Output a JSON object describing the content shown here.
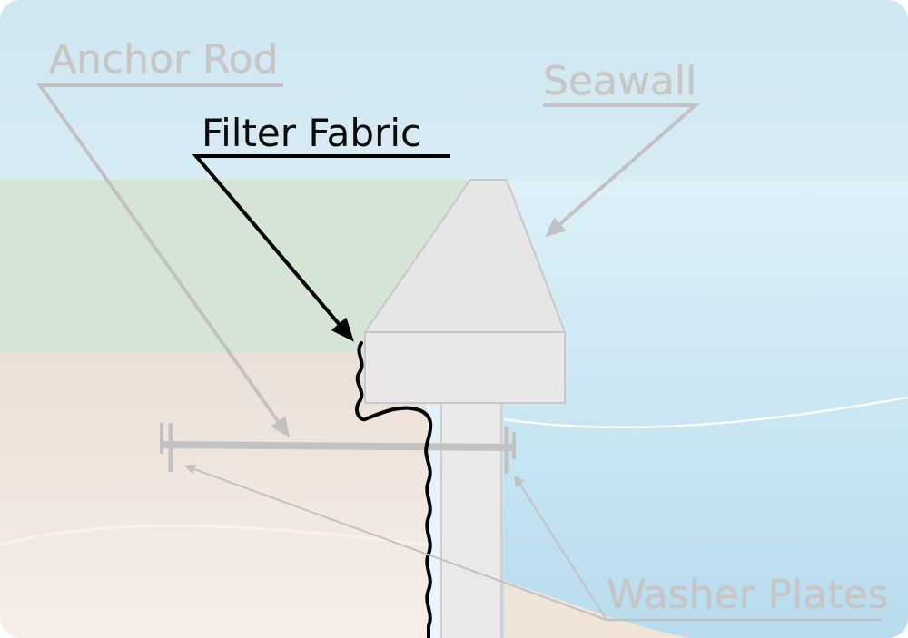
{
  "labels": {
    "anchor_rod": "Anchor Rod",
    "seawall": "Seawall",
    "filter_fabric": "Filter Fabric",
    "washer_plates": "Washer Plates"
  },
  "colors": {
    "sky": "#dbeef5",
    "grass": "#d6e6d6",
    "soil": "#efe3da",
    "water": "#c4e3f1",
    "concrete": "#e6e6e6",
    "faded_leader": "#c2c2c2",
    "fabric": "#000000"
  },
  "icons": [
    "seawall-cap-shape",
    "anchor-rod-shape",
    "filter-fabric-line"
  ]
}
